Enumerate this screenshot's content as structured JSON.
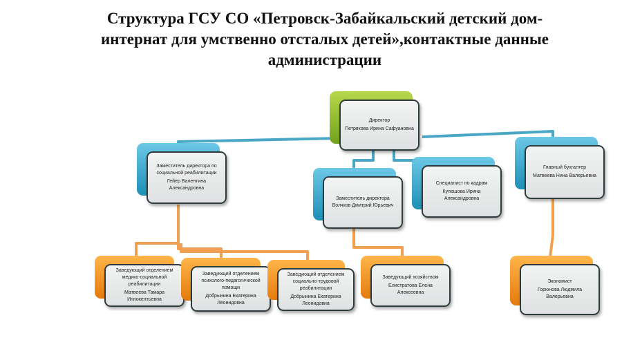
{
  "title": "Структура ГСУ СО «Петровск-Забайкальский детский дом-интернат для умственно отсталых детей»,контактные данные администрации",
  "colors": {
    "top": "#8dbb2c",
    "middle": "#2aa4cf",
    "bottom": "#f39a1f",
    "connector_blue": "#4aa8c6",
    "connector_orange": "#f0a050"
  },
  "nodes": {
    "director": {
      "role": "Директор",
      "name": "Петрякова Ирина Сафуановна"
    },
    "deputy_social": {
      "role": "Заместитель директора по социальной реабилитации",
      "name": "Гейер Валентина Александровна"
    },
    "deputy_volchkov": {
      "role": "Заместитель директора Волчков Дмитрий Юрьевич",
      "name": ""
    },
    "hr": {
      "role": "Специалист по кадрам",
      "name": "Кулешова Ирина Александровна"
    },
    "accountant": {
      "role": "Главный бухгалтер",
      "name": "Матвеева Нина Валерьевна"
    },
    "med_social": {
      "role": "Заведующий отделением медико-социальной реабилитации",
      "name": "Матвеева Тамара Иннокентьевна"
    },
    "psych_ped": {
      "role": "Заведующий отделением психолого-педагогической помощи",
      "name": "Добрынина Екатерина Леонидовна"
    },
    "social_labor": {
      "role": "Заведующий отделением социально-трудовой реабилитации",
      "name": "Добрынина Екатерина Леонидовна"
    },
    "household": {
      "role": "Заведующий хозяйством",
      "name": "Елистратова Елена Алексеевна"
    },
    "economist": {
      "role": "Экономист",
      "name": "Горюнова  Людмила Валерьевна"
    }
  }
}
